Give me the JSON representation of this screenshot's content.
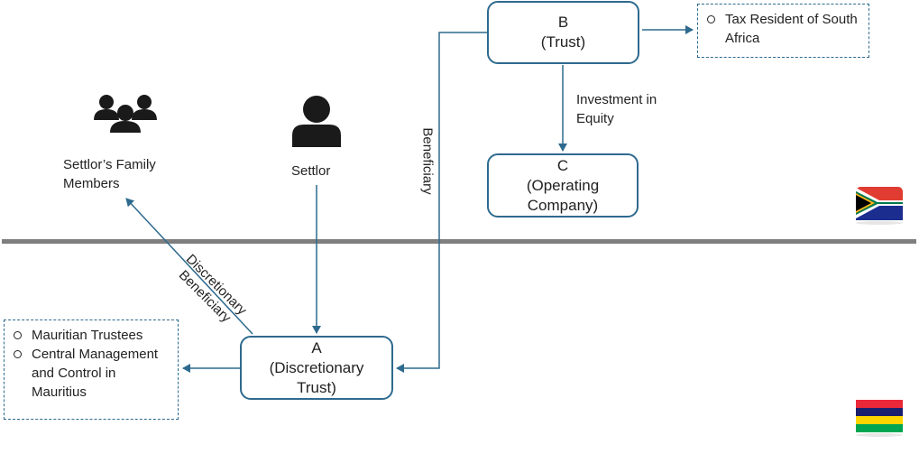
{
  "nodes": {
    "a": {
      "letter": "A",
      "line1": "(Discretionary",
      "line2": "Trust)"
    },
    "b": {
      "letter": "B",
      "line1": "(Trust)"
    },
    "c": {
      "letter": "C",
      "line1": "(Operating",
      "line2": "Company)"
    }
  },
  "notes": {
    "mauritius": [
      "Mauritian Trustees",
      "Central Management and Control in Mauritius"
    ],
    "south_africa": [
      "Tax Resident of South Africa"
    ]
  },
  "actors": {
    "family": {
      "label": "Settlor’s Family Members",
      "icon": "group-icon"
    },
    "settlor": {
      "label": "Settlor",
      "icon": "person-icon"
    }
  },
  "edge_labels": {
    "b_to_c": "Investment in Equity",
    "beneficiary": "Beneficiary",
    "discretionary_1": "Discretionary",
    "discretionary_2": "Beneficiary"
  },
  "flags": {
    "top": "south-africa-flag",
    "bottom": "mauritius-flag"
  },
  "colors": {
    "arrow": "#2e6a8e",
    "divider": "#7f7f7f"
  }
}
